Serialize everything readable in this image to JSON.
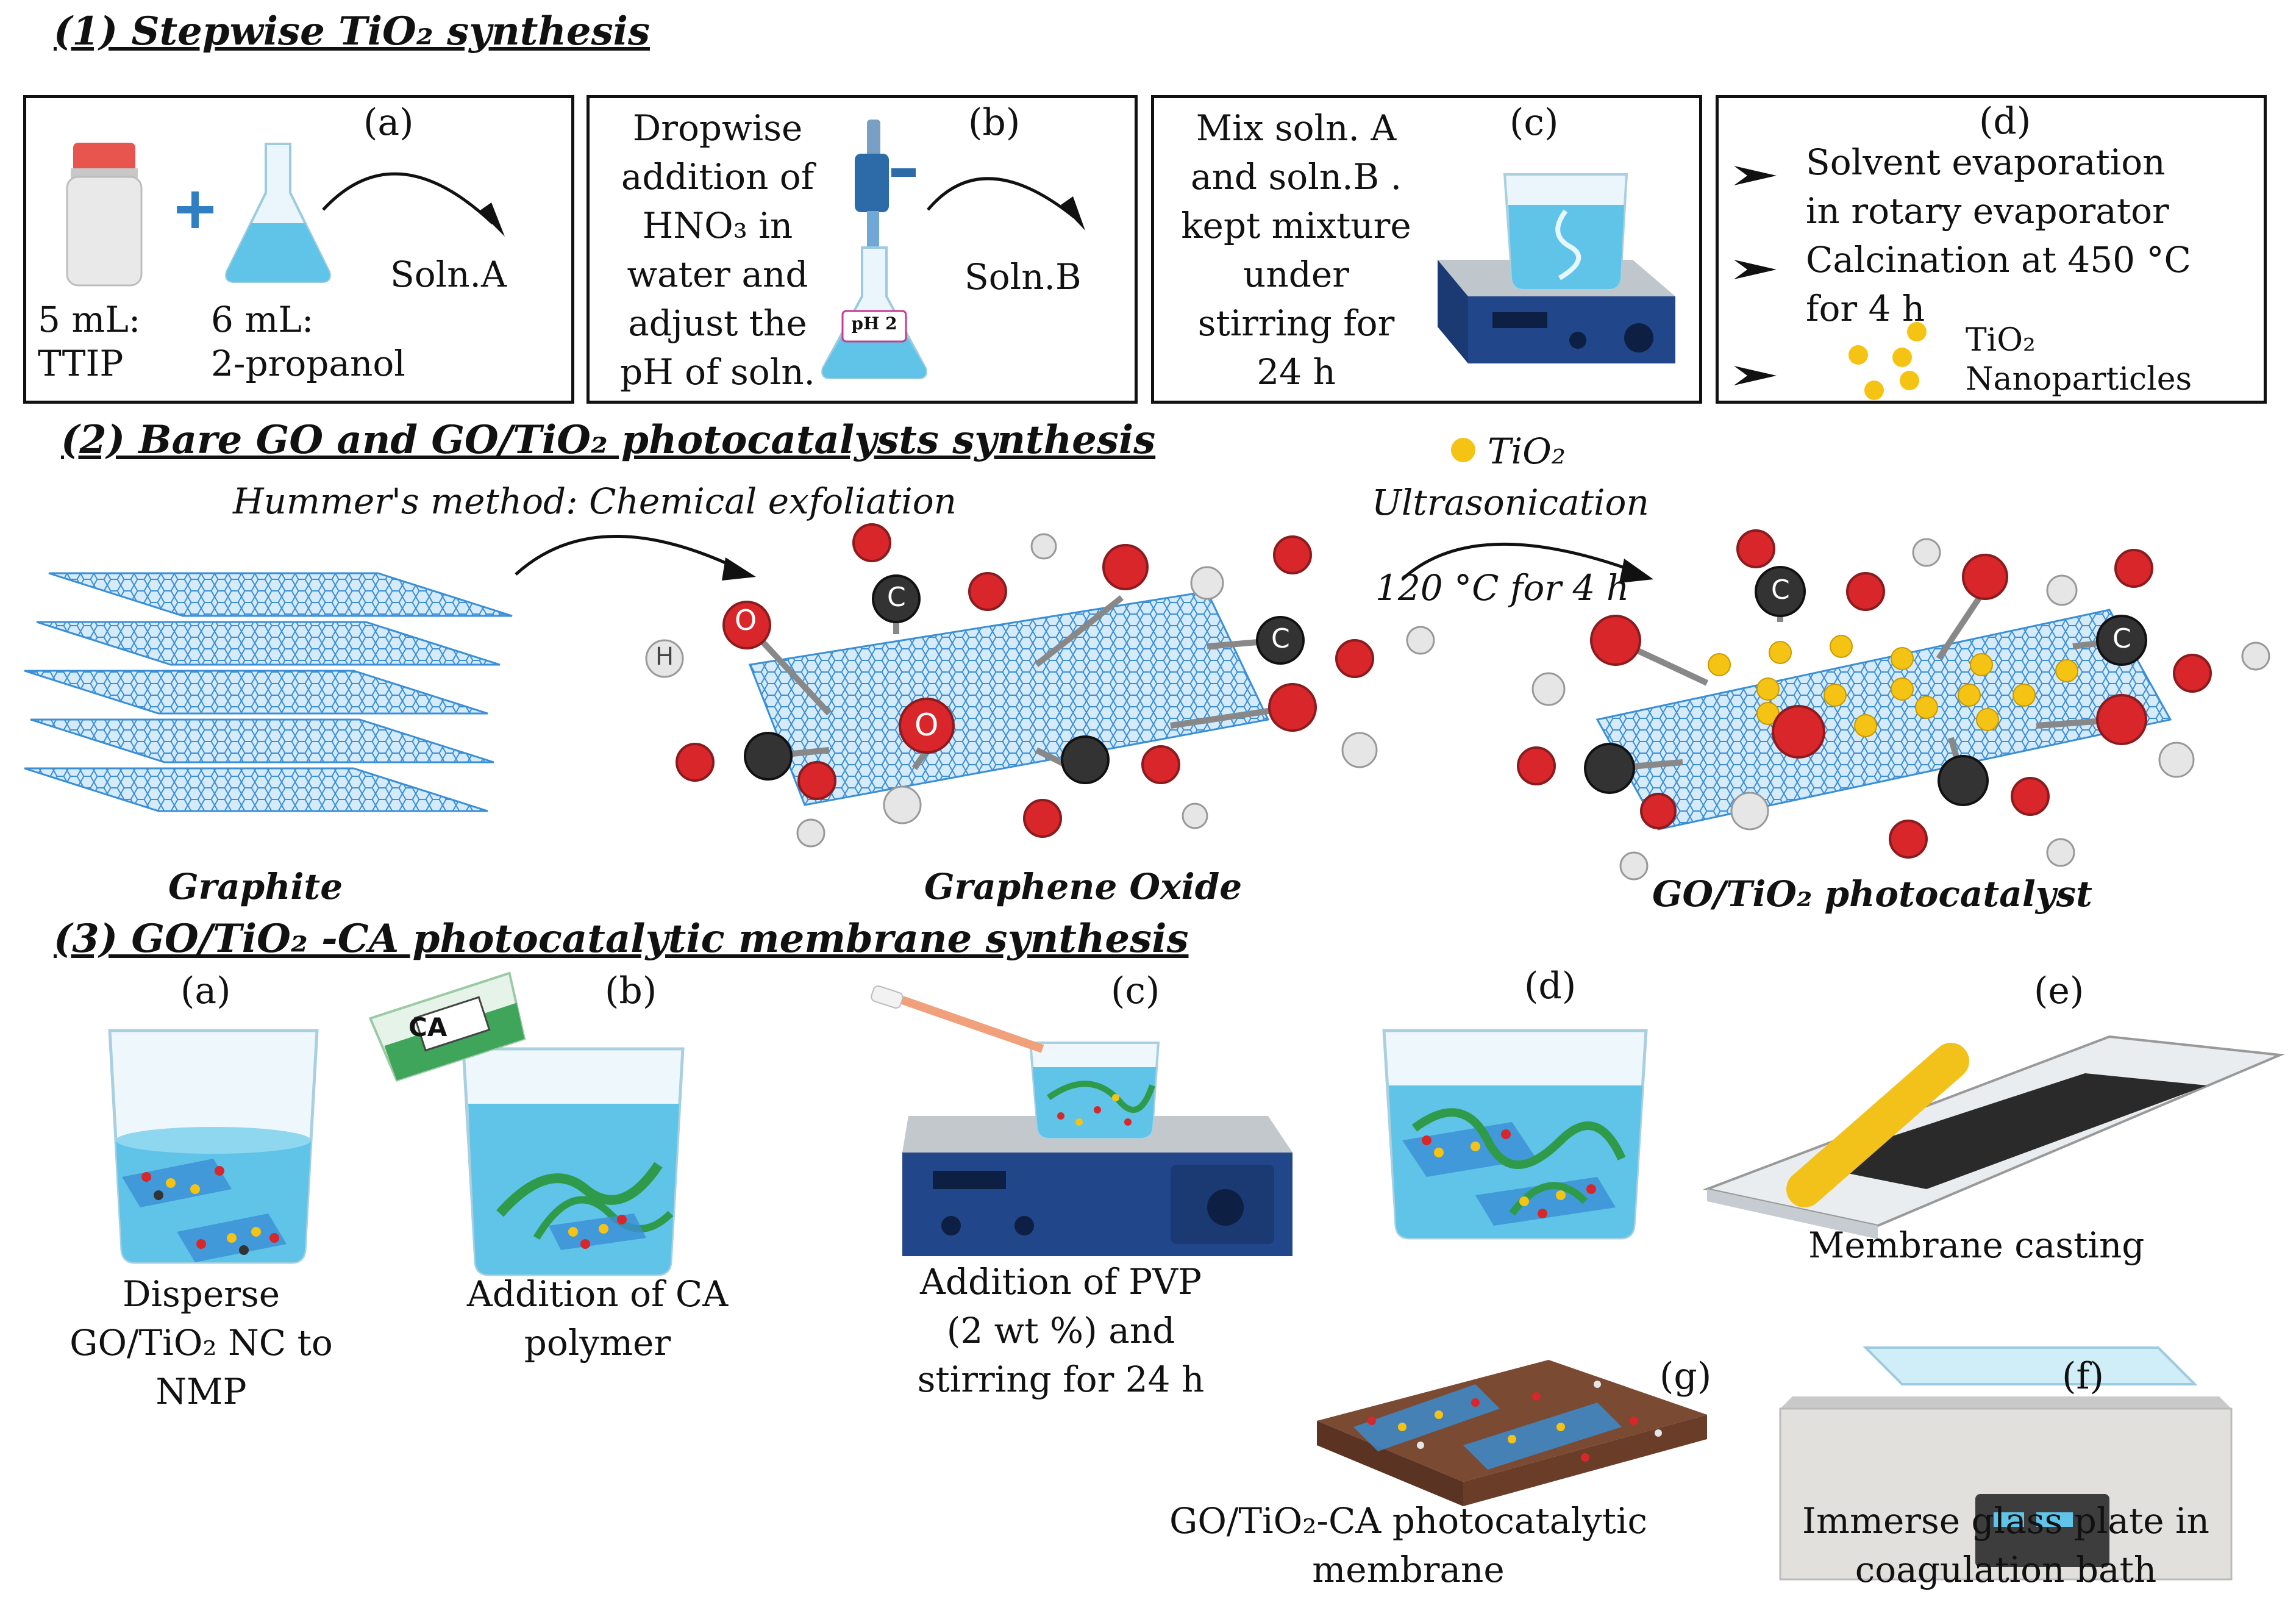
{
  "section1": {
    "title": "(1) Stepwise TiO₂ synthesis",
    "a": {
      "label": "(a)",
      "item1": "5 mL:",
      "item1b": "TTIP",
      "item2": "6 mL:",
      "item2b": "2-propanol",
      "result": "Soln.A"
    },
    "b": {
      "label": "(b)",
      "lines": [
        "Dropwise",
        "addition of",
        "HNO₃  in",
        "water  and",
        "adjust the",
        "pH of soln."
      ],
      "ph_tag": "pH 2",
      "result": "Soln.B"
    },
    "c": {
      "label": "(c)",
      "lines": [
        "Mix soln. A",
        "and soln.B .",
        "kept mixture",
        "under",
        "stirring for",
        "24 h"
      ]
    },
    "d": {
      "label": "(d)",
      "step1a": "Solvent evaporation",
      "step1b": "in rotary evaporator",
      "step2a": "Calcination at 450 °C",
      "step2b": "for 4 h",
      "product_a": "TiO₂",
      "product_b": "Nanoparticles"
    }
  },
  "section2": {
    "title": "(2) Bare GO and GO/TiO₂ photocatalysts synthesis",
    "method": "Hummer's method: Chemical exfoliation",
    "tio2_legend": "TiO₂",
    "process_a": "Ultrasonication",
    "process_b": "120 °C for 4 h",
    "graphite": "Graphite",
    "graphene_oxide": "Graphene Oxide",
    "go_tio2": "GO/TiO₂ photocatalyst",
    "atom_o": "O",
    "atom_c": "C",
    "atom_h": "H"
  },
  "section3": {
    "title": "(3) GO/TiO₂ -CA photocatalytic membrane synthesis",
    "a": {
      "label": "(a)",
      "lines": [
        "Disperse",
        "GO/TiO₂ NC to",
        "NMP"
      ]
    },
    "b": {
      "label": "(b)",
      "tag": "CA",
      "lines": [
        "Addition of CA",
        "polymer"
      ]
    },
    "c": {
      "label": "(c)",
      "lines": [
        "Addition of PVP",
        "(2 wt %)  and",
        "stirring for 24 h"
      ]
    },
    "d": {
      "label": "(d)"
    },
    "e": {
      "label": "(e)",
      "caption": "Membrane casting"
    },
    "f": {
      "label": "(f)",
      "lines": [
        "Immerse glass plate in",
        "coagulation bath"
      ]
    },
    "g": {
      "label": "(g)",
      "lines": [
        "GO/TiO₂-CA photocatalytic",
        "membrane"
      ]
    }
  },
  "colors": {
    "water": "#5fc4e8",
    "oxygen": "#d8262a",
    "carbon": "#333333",
    "hydrogen": "#e6e6e6",
    "tio2": "#f5c313",
    "graphene": "#3a8fd6",
    "navy": "#1b3a73",
    "green": "#2e9a4a"
  }
}
